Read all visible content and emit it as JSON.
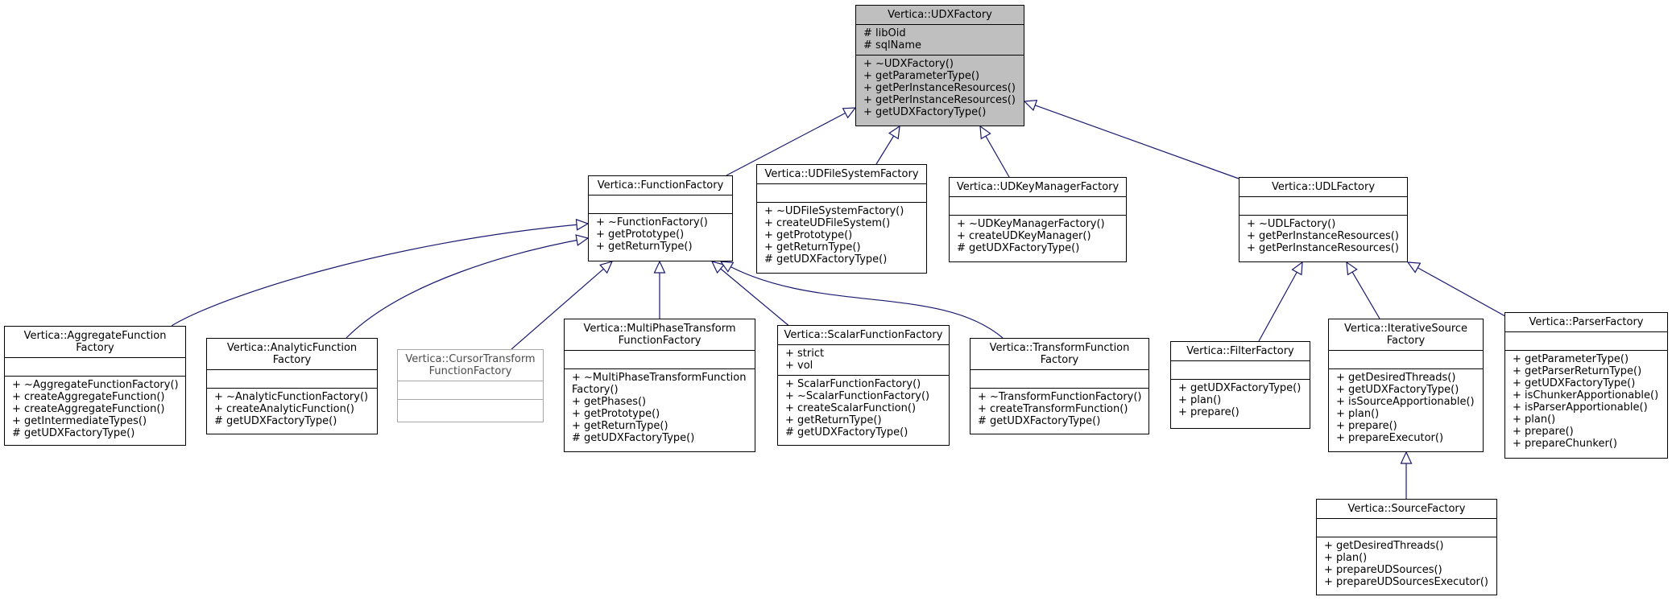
{
  "diagram": {
    "classes": [
      {
        "id": "udxfactory",
        "title": [
          "Vertica::UDXFactory"
        ],
        "attrs": [
          "# libOid",
          "# sqlName"
        ],
        "ops": [
          "+ ~UDXFactory()",
          "+ getParameterType()",
          "+ getPerInstanceResources()",
          "+ getPerInstanceResources()",
          "+ getUDXFactoryType()"
        ],
        "style": "highlight"
      },
      {
        "id": "functionfactory",
        "title": [
          "Vertica::FunctionFactory"
        ],
        "attrs": [],
        "ops": [
          "+ ~FunctionFactory()",
          "+ getPrototype()",
          "+ getReturnType()"
        ],
        "style": "normal"
      },
      {
        "id": "udfilesystemfactory",
        "title": [
          "Vertica::UDFileSystemFactory"
        ],
        "attrs": [],
        "ops": [
          "+ ~UDFileSystemFactory()",
          "+ createUDFileSystem()",
          "+ getPrototype()",
          "+ getReturnType()",
          "# getUDXFactoryType()"
        ],
        "style": "normal"
      },
      {
        "id": "udkeymanagerfactory",
        "title": [
          "Vertica::UDKeyManagerFactory"
        ],
        "attrs": [],
        "ops": [
          "+ ~UDKeyManagerFactory()",
          "+ createUDKeyManager()",
          "# getUDXFactoryType()"
        ],
        "style": "normal"
      },
      {
        "id": "udlfactory",
        "title": [
          "Vertica::UDLFactory"
        ],
        "attrs": [],
        "ops": [
          "+ ~UDLFactory()",
          "+ getPerInstanceResources()",
          "+ getPerInstanceResources()"
        ],
        "style": "normal"
      },
      {
        "id": "aggregatefunctionfactory",
        "title": [
          "Vertica::AggregateFunction",
          "Factory"
        ],
        "attrs": [],
        "ops": [
          "+ ~AggregateFunctionFactory()",
          "+ createAggregateFunction()",
          "+ createAggregateFunction()",
          "+ getIntermediateTypes()",
          "# getUDXFactoryType()"
        ],
        "style": "normal"
      },
      {
        "id": "analyticfunctionfactory",
        "title": [
          "Vertica::AnalyticFunction",
          "Factory"
        ],
        "attrs": [],
        "ops": [
          "+ ~AnalyticFunctionFactory()",
          "+ createAnalyticFunction()",
          "# getUDXFactoryType()"
        ],
        "style": "normal"
      },
      {
        "id": "cursortransformfunctionfactory",
        "title": [
          "Vertica::CursorTransform",
          "FunctionFactory"
        ],
        "attrs": [],
        "ops": [],
        "style": "grey"
      },
      {
        "id": "multiphasetransformfunctionfactory",
        "title": [
          "Vertica::MultiPhaseTransform",
          "FunctionFactory"
        ],
        "attrs": [],
        "ops": [
          "+ ~MultiPhaseTransformFunction",
          "Factory()",
          "+ getPhases()",
          "+ getPrototype()",
          "+ getReturnType()",
          "# getUDXFactoryType()"
        ],
        "style": "normal"
      },
      {
        "id": "scalarfunctionfactory",
        "title": [
          "Vertica::ScalarFunctionFactory"
        ],
        "attrs": [
          "+ strict",
          "+ vol"
        ],
        "ops": [
          "+ ScalarFunctionFactory()",
          "+ ~ScalarFunctionFactory()",
          "+ createScalarFunction()",
          "+ getReturnType()",
          "# getUDXFactoryType()"
        ],
        "style": "normal"
      },
      {
        "id": "transformfunctionfactory",
        "title": [
          "Vertica::TransformFunction",
          "Factory"
        ],
        "attrs": [],
        "ops": [
          "+ ~TransformFunctionFactory()",
          "+ createTransformFunction()",
          "# getUDXFactoryType()"
        ],
        "style": "normal"
      },
      {
        "id": "filterfactory",
        "title": [
          "Vertica::FilterFactory"
        ],
        "attrs": [],
        "ops": [
          "+ getUDXFactoryType()",
          "+ plan()",
          "+ prepare()"
        ],
        "style": "normal"
      },
      {
        "id": "iterativesourcefactory",
        "title": [
          "Vertica::IterativeSource",
          "Factory"
        ],
        "attrs": [],
        "ops": [
          "+ getDesiredThreads()",
          "+ getUDXFactoryType()",
          "+ isSourceApportionable()",
          "+ plan()",
          "+ prepare()",
          "+ prepareExecutor()"
        ],
        "style": "normal"
      },
      {
        "id": "parserfactory",
        "title": [
          "Vertica::ParserFactory"
        ],
        "attrs": [],
        "ops": [
          "+ getParameterType()",
          "+ getParserReturnType()",
          "+ getUDXFactoryType()",
          "+ isChunkerApportionable()",
          "+ isParserApportionable()",
          "+ plan()",
          "+ prepare()",
          "+ prepareChunker()"
        ],
        "style": "normal"
      },
      {
        "id": "sourcefactory",
        "title": [
          "Vertica::SourceFactory"
        ],
        "attrs": [],
        "ops": [
          "+ getDesiredThreads()",
          "+ plan()",
          "+ prepareUDSources()",
          "+ prepareUDSourcesExecutor()"
        ],
        "style": "normal"
      }
    ],
    "edges": [
      {
        "from": "functionfactory",
        "to": "udxfactory"
      },
      {
        "from": "udfilesystemfactory",
        "to": "udxfactory"
      },
      {
        "from": "udkeymanagerfactory",
        "to": "udxfactory"
      },
      {
        "from": "udlfactory",
        "to": "udxfactory"
      },
      {
        "from": "aggregatefunctionfactory",
        "to": "functionfactory"
      },
      {
        "from": "analyticfunctionfactory",
        "to": "functionfactory"
      },
      {
        "from": "cursortransformfunctionfactory",
        "to": "functionfactory"
      },
      {
        "from": "multiphasetransformfunctionfactory",
        "to": "functionfactory"
      },
      {
        "from": "scalarfunctionfactory",
        "to": "functionfactory"
      },
      {
        "from": "transformfunctionfactory",
        "to": "functionfactory"
      },
      {
        "from": "filterfactory",
        "to": "udlfactory"
      },
      {
        "from": "iterativesourcefactory",
        "to": "udlfactory"
      },
      {
        "from": "parserfactory",
        "to": "udlfactory"
      },
      {
        "from": "sourcefactory",
        "to": "iterativesourcefactory"
      }
    ],
    "colors": {
      "edge": "#191970",
      "border": "#000000",
      "highlight_fill": "#bfbfbf",
      "grey_border": "#a8a8a8"
    }
  }
}
